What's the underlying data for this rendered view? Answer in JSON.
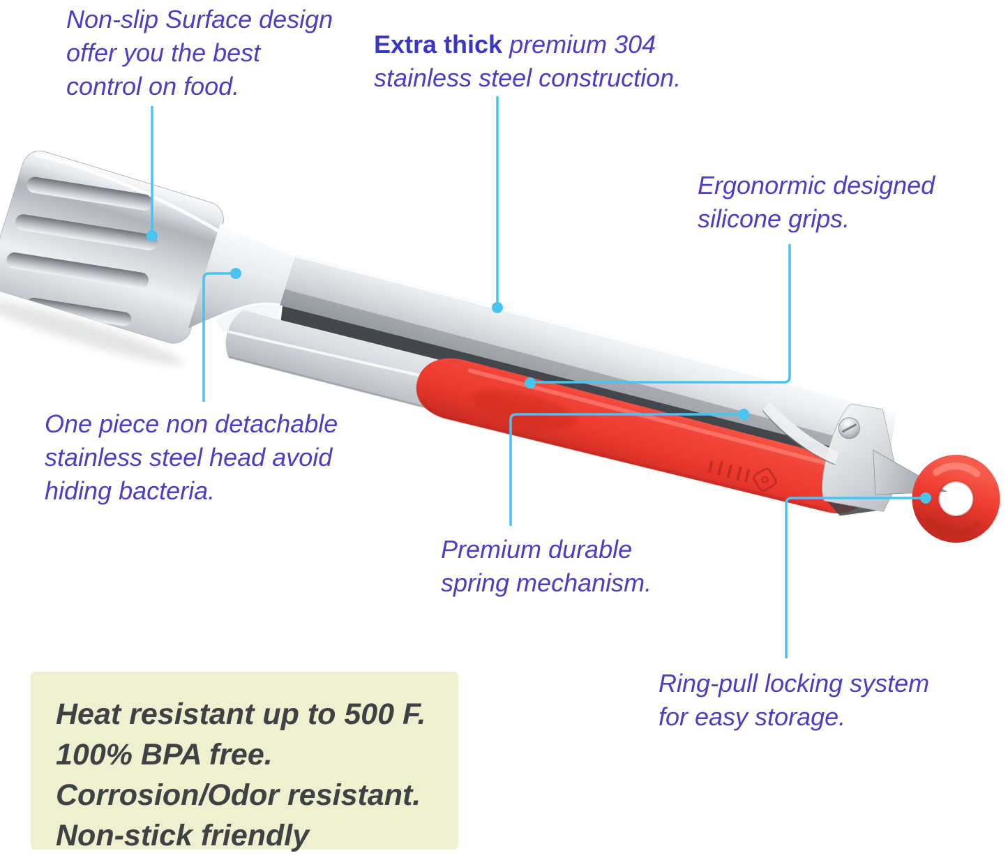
{
  "colors": {
    "annotation_purple": "#4b3ec4",
    "highlight_blue": "#3a36c7",
    "callout_cyan": "#49c4ee",
    "grip_red": "#ee3a30",
    "grip_red_dark": "#c62b22",
    "steel_light": "#f4f5f7",
    "steel_dark": "#9ea2a8",
    "box_bg": "#eef0cf",
    "box_text": "#3e4245",
    "page_bg": "#ffffff"
  },
  "annotations": {
    "non_slip": {
      "lines": [
        "Non-slip Surface design",
        "offer you the best",
        "control on food."
      ]
    },
    "extra_thick": {
      "bold": "Extra thick",
      "line1_rest": "premium 304",
      "line2": "stainless steel construction."
    },
    "ergonomic": {
      "lines": [
        "Ergonormic designed",
        "silicone grips."
      ]
    },
    "one_piece": {
      "lines": [
        "One piece non detachable",
        "stainless steel head avoid",
        "hiding bacteria."
      ]
    },
    "spring": {
      "lines": [
        "Premium durable",
        "spring mechanism."
      ]
    },
    "ring_pull": {
      "lines": [
        "Ring-pull locking system",
        "for easy storage."
      ]
    }
  },
  "feature_box": {
    "lines": [
      "Heat resistant up to 500 F.",
      "100% BPA free.",
      "Corrosion/Odor resistant.",
      "Non-stick friendly"
    ]
  },
  "product_parts": [
    "slotted-spatula-head",
    "upper-arm",
    "lower-arm",
    "silicone-grip",
    "spring-hinge",
    "lock-tab",
    "pull-ring"
  ]
}
